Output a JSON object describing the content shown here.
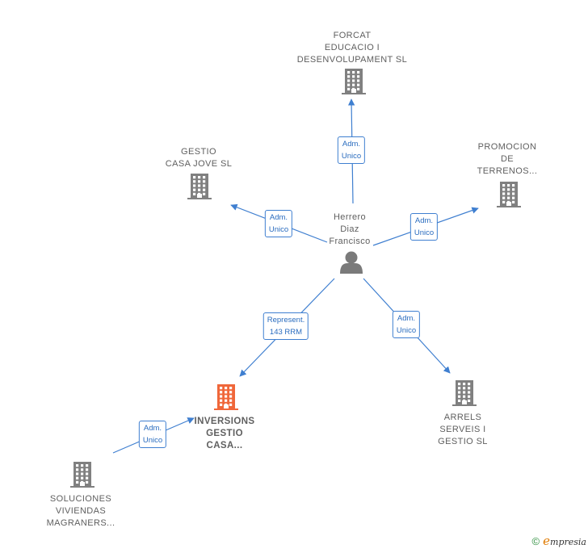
{
  "colors": {
    "edge": "#3f7fd0",
    "building": "#808080",
    "building_highlight": "#f0673a",
    "person": "#7a7a7a",
    "label": "#5f5f5f",
    "brand_green": "#2f8f3f",
    "brand_orange": "#e07a00"
  },
  "nodes": [
    {
      "id": "person",
      "icon": "person-icon",
      "lines": [
        "Herrero",
        "Diaz",
        "Francisco"
      ]
    },
    {
      "id": "forcat",
      "icon": "building-icon",
      "lines": [
        "FORCAT",
        "EDUCACIO I",
        "DESENVOLUPAMENT SL"
      ]
    },
    {
      "id": "gestio-casa-jove",
      "icon": "building-icon",
      "lines": [
        "GESTIO",
        "CASA JOVE SL"
      ]
    },
    {
      "id": "promocion",
      "icon": "building-icon",
      "lines": [
        "PROMOCION",
        "DE",
        "TERRENOS..."
      ]
    },
    {
      "id": "inversions",
      "icon": "building-icon",
      "highlight": true,
      "lines": [
        "INVERSIONS",
        "GESTIO",
        "CASA..."
      ]
    },
    {
      "id": "arrels",
      "icon": "building-icon",
      "lines": [
        "ARRELS",
        "SERVEIS I",
        "GESTIO SL"
      ]
    },
    {
      "id": "soluciones",
      "icon": "building-icon",
      "lines": [
        "SOLUCIONES",
        "VIVIENDAS",
        "MAGRANERS..."
      ]
    }
  ],
  "edges": [
    {
      "from": "person",
      "to": "forcat",
      "label": [
        "Adm.",
        "Unico"
      ]
    },
    {
      "from": "person",
      "to": "gestio-casa-jove",
      "label": [
        "Adm.",
        "Unico"
      ]
    },
    {
      "from": "person",
      "to": "promocion",
      "label": [
        "Adm.",
        "Unico"
      ]
    },
    {
      "from": "person",
      "to": "inversions",
      "label": [
        "Represent.",
        "143 RRM"
      ]
    },
    {
      "from": "person",
      "to": "arrels",
      "label": [
        "Adm.",
        "Unico"
      ]
    },
    {
      "from": "soluciones",
      "to": "inversions",
      "label": [
        "Adm.",
        "Unico"
      ]
    }
  ],
  "footer": {
    "copyright": "©",
    "brand_initial": "e",
    "brand_rest": "mpresia"
  }
}
